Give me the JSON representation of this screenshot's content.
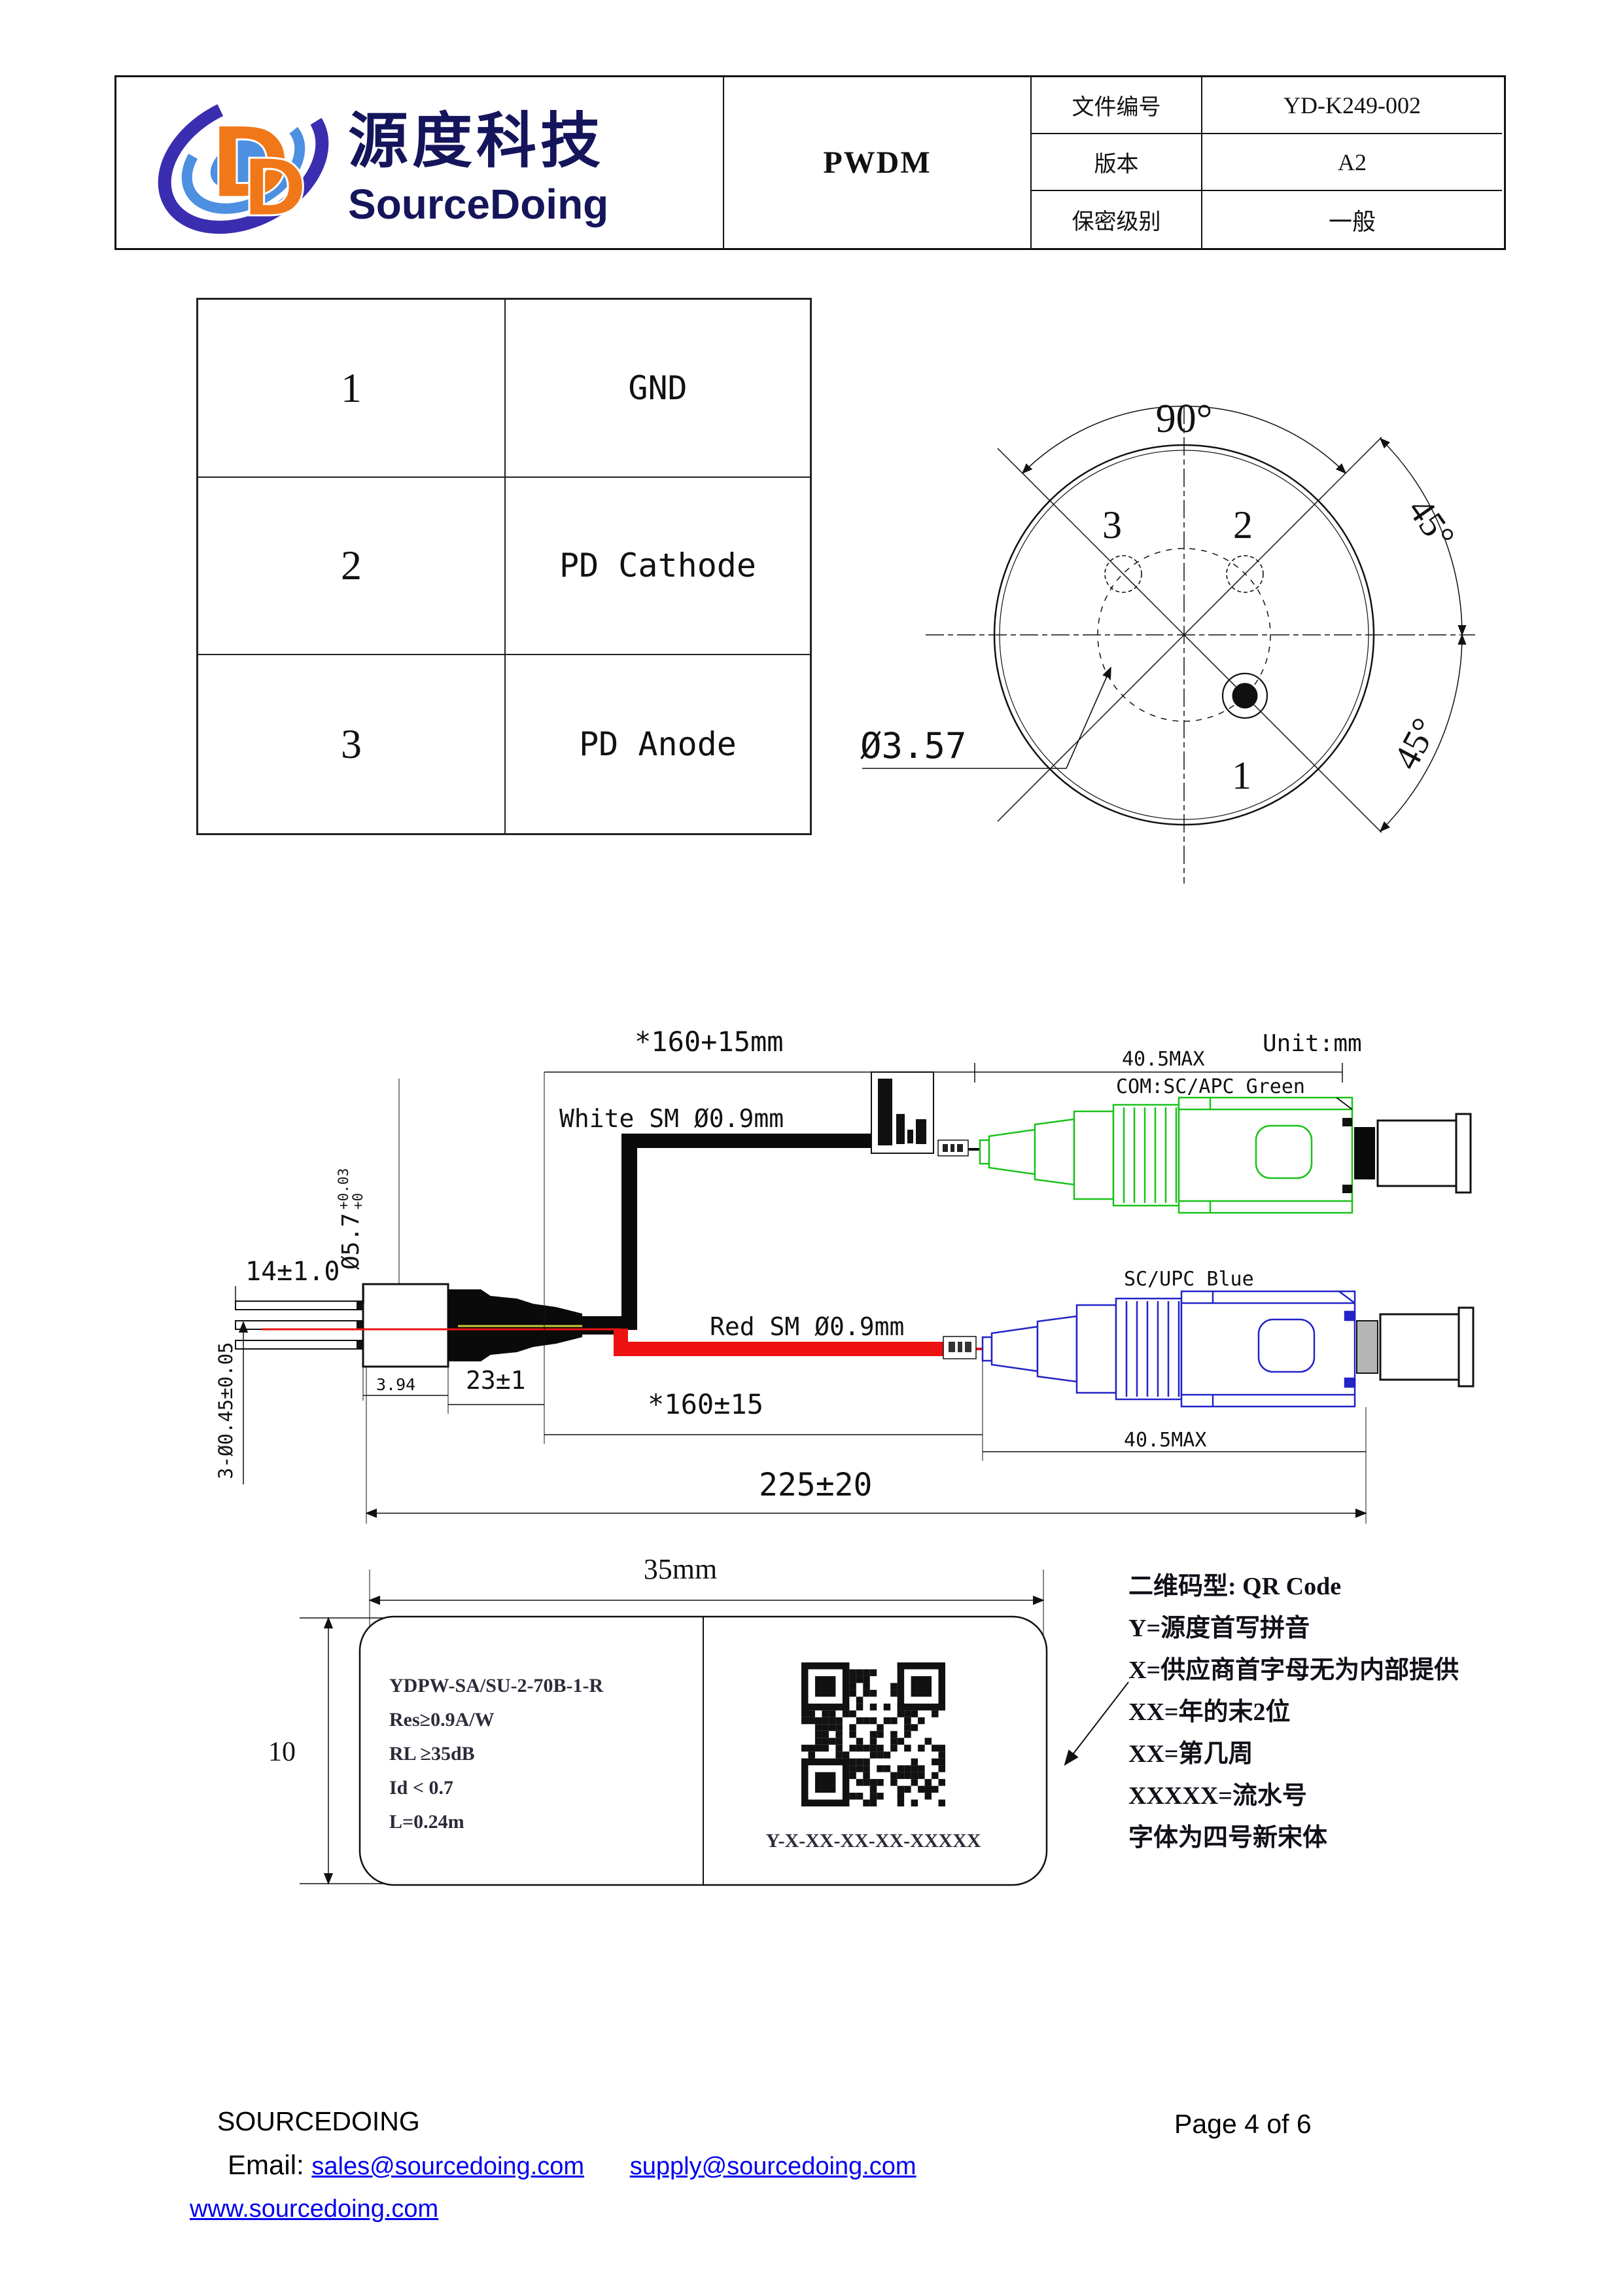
{
  "header": {
    "logo": {
      "cn": "源度科技",
      "en": "SourceDoing"
    },
    "title": "PWDM",
    "rows": [
      {
        "label": "文件编号",
        "value": "YD-K249-002"
      },
      {
        "label": "版本",
        "value": "A2"
      },
      {
        "label": "保密级别",
        "value": "一般"
      }
    ]
  },
  "pin_table": {
    "rows": [
      {
        "pin": "1",
        "name": "GND"
      },
      {
        "pin": "2",
        "name": "PD Cathode"
      },
      {
        "pin": "3",
        "name": "PD Anode"
      }
    ]
  },
  "connector_diagram": {
    "angle_top": "90°",
    "angle_right_upper": "45°",
    "angle_right_lower": "45°",
    "diameter": "Ø3.57",
    "pin3": "3",
    "pin2": "2",
    "pin1": "1"
  },
  "cable_drawing": {
    "unit": "Unit:mm",
    "dim_pins": "14±1.0",
    "can_dia": "Ø5.7",
    "can_dia_tol_plus": "+0.03",
    "can_dia_tol_minus": "+0",
    "can_len": "3.94",
    "dim_boot": "23±1",
    "dim_pin_dia": "3-Ø0.45±0.05",
    "dim_top_fiber": "*160+15mm",
    "dim_top_connector": "40.5MAX",
    "white_fiber": "White SM Ø0.9mm",
    "com_connector": "COM:SC/APC Green",
    "red_fiber": "Red SM Ø0.9mm",
    "upc_connector": "SC/UPC Blue",
    "dim_bottom_fiber": "*160±15",
    "dim_bottom_connector": "40.5MAX",
    "dim_overall": "225±20"
  },
  "label_drawing": {
    "dim_width": "35mm",
    "dim_height": "10",
    "lines": [
      "YDPW-SA/SU-2-70B-1-R",
      "Res≥0.9A/W",
      "RL ≥35dB",
      "Id < 0.7",
      "L=0.24m"
    ],
    "serial": "Y-X-XX-XX-XX-XXXXX",
    "qr_note": [
      "二维码型: QR Code",
      "Y=源度首写拼音",
      "X=供应商首字母无为内部提供",
      "XX=年的末2位",
      "XX=第几周",
      "XXXXX=流水号",
      "字体为四号新宋体"
    ]
  },
  "footer": {
    "company": "SOURCEDOING",
    "page": "Page 4 of 6",
    "email_label": "Email:",
    "email1": "sales@sourcedoing.com",
    "email2": "supply@sourcedoing.com",
    "website": "www.sourcedoing.com"
  },
  "colors": {
    "green": "#19c319",
    "blue": "#2323c8",
    "red": "#ee1111",
    "navy": "#15155c",
    "orange": "#f07818",
    "link": "#0000ee"
  }
}
